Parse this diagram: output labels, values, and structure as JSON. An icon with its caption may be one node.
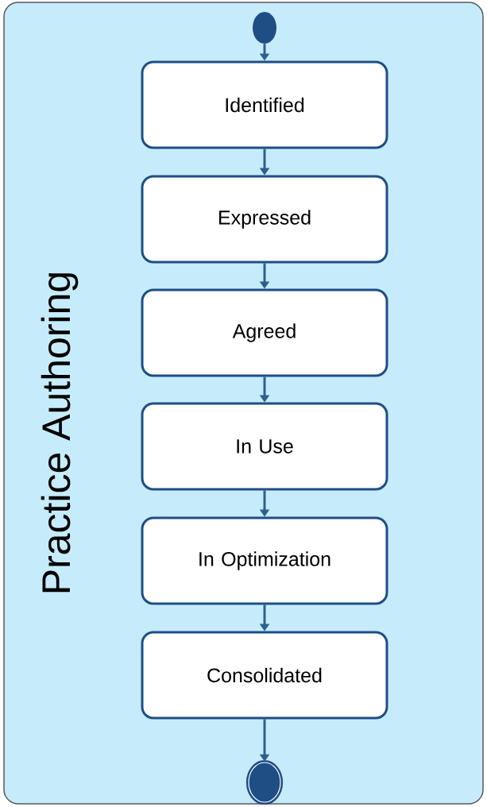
{
  "diagram": {
    "nodes": [
      {
        "text": [
          "Practice Authoring"
        ]
      },
      {
        "text": [],
        "shape": "circle",
        "in": 0
      },
      {
        "text": [
          "Identified"
        ],
        "in": 0
      },
      {
        "text": [
          "Expressed"
        ],
        "in": 0
      },
      {
        "text": [
          "Agreed"
        ],
        "in": 0
      },
      {
        "text": [
          "In Use"
        ],
        "in": 0
      },
      {
        "text": [
          "In Optimization"
        ],
        "in": 0
      },
      {
        "text": [
          "Consolidated"
        ],
        "in": 0
      },
      {
        "text": [],
        "shape": "circle",
        "in": 0
      }
    ],
    "edges": [
      {
        "from": 1,
        "to": 2,
        "arrow": "to"
      },
      {
        "from": 2,
        "to": 3,
        "arrow": "to"
      },
      {
        "from": 3,
        "to": 4,
        "arrow": "to"
      },
      {
        "from": 4,
        "to": 5,
        "arrow": "to"
      },
      {
        "from": 5,
        "to": 6,
        "arrow": "to"
      },
      {
        "from": 6,
        "to": 7,
        "arrow": "to"
      },
      {
        "from": 7,
        "to": 8,
        "arrow": "to"
      }
    ]
  }
}
